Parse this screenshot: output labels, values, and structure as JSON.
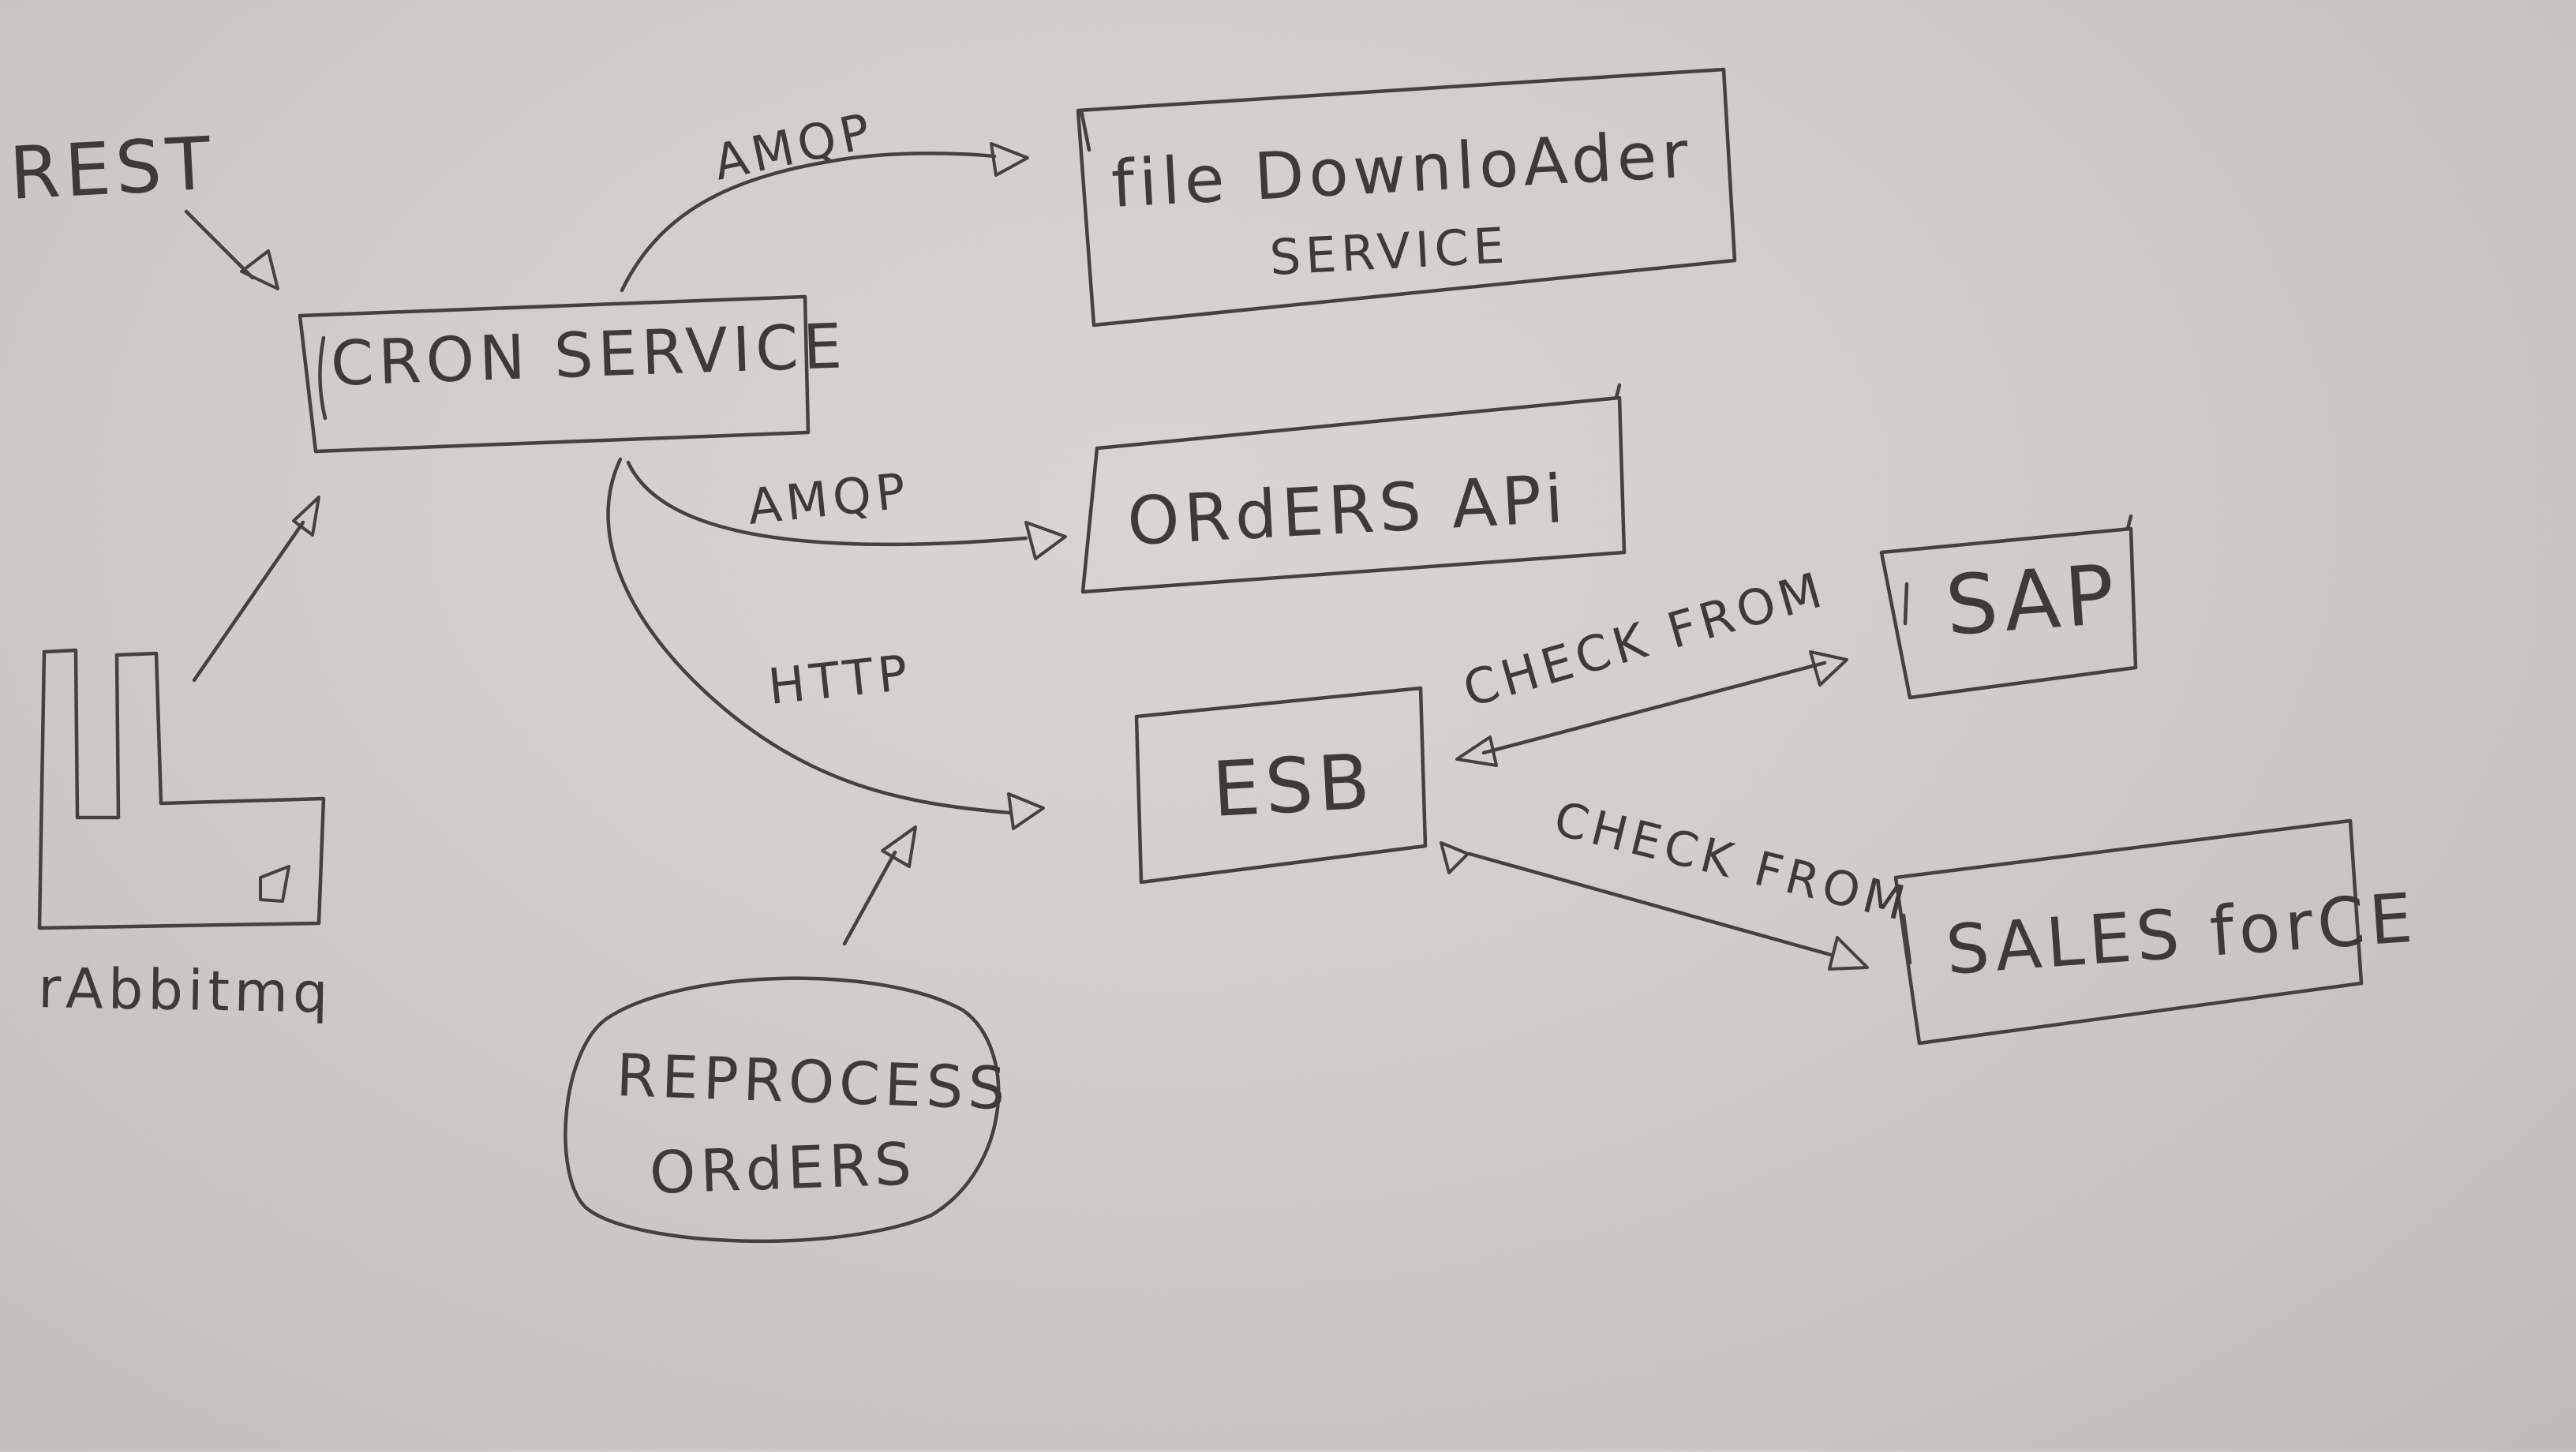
{
  "nodes": {
    "cron_service": "CRON SERVICE",
    "file_downloader_line1": "file DownloAder",
    "file_downloader_line2": "SERVICE",
    "orders_api": "ORdERS APi",
    "esb": "ESB",
    "sap": "SAP",
    "salesforce": "SALES forCE",
    "reprocess_line1": "REPROCESS",
    "reprocess_line2": "ORdERS",
    "rabbitmq_label": "rAbbitmq"
  },
  "inputs": {
    "rest": "REST"
  },
  "edges": {
    "amqp_top": "AMQP",
    "amqp_middle": "AMQP",
    "http": "HTTP",
    "check_from_sap": "CHECK FROM",
    "check_from_salesforce": "CHECK FROM"
  }
}
